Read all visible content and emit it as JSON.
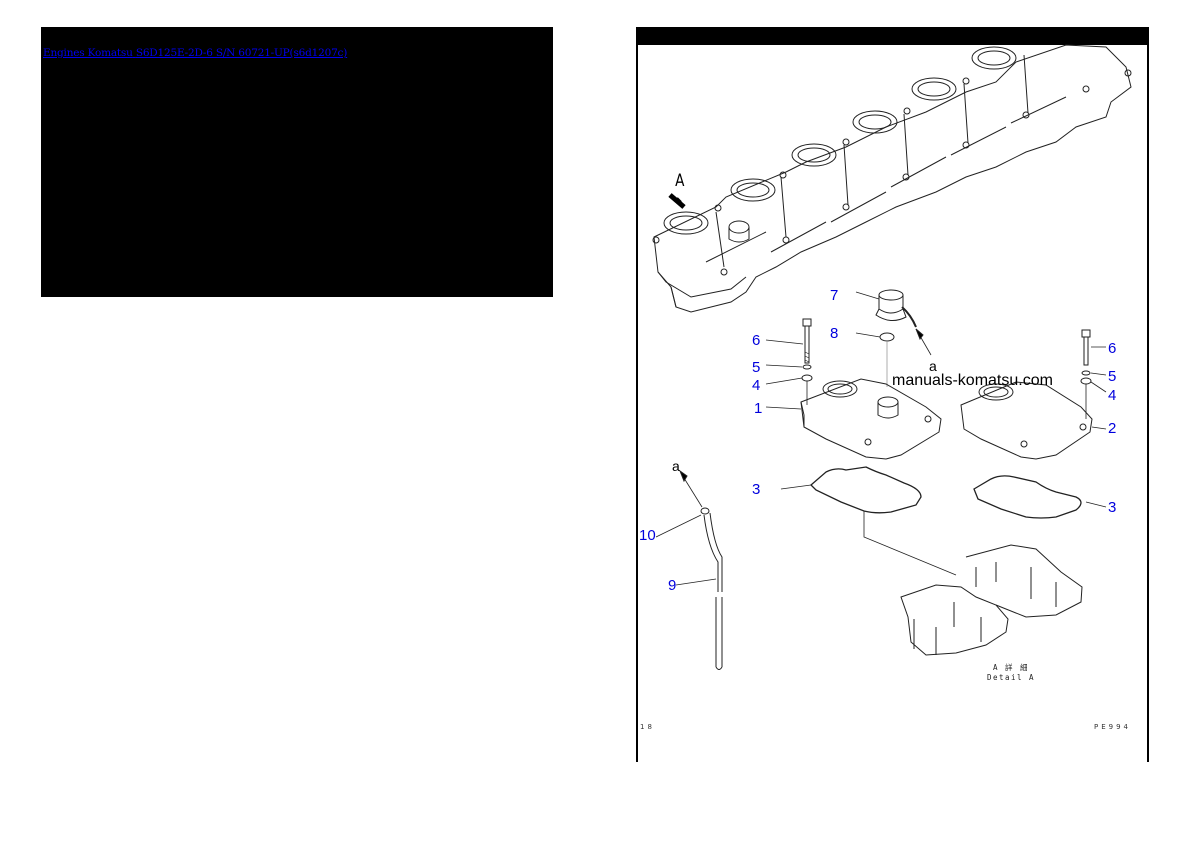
{
  "header": {
    "breadcrumb": [
      {
        "label": "Engines Komatsu"
      },
      {
        "label": "S6D125E-2D-6 S/N 60721-UP(s6d1207c)"
      }
    ]
  },
  "colors": {
    "link": "#0000ee",
    "callout": "#0000dd",
    "panel_background": "#000000"
  },
  "diagram": {
    "view_label": "A",
    "watermark": "manuals-komatsu.com",
    "port_label_a": "a",
    "callouts": [
      {
        "id": "c7",
        "label": "7"
      },
      {
        "id": "c8",
        "label": "8"
      },
      {
        "id": "c6l",
        "label": "6"
      },
      {
        "id": "c5l",
        "label": "5"
      },
      {
        "id": "c4l",
        "label": "4"
      },
      {
        "id": "c1",
        "label": "1"
      },
      {
        "id": "c6r",
        "label": "6"
      },
      {
        "id": "c5r",
        "label": "5"
      },
      {
        "id": "c4r",
        "label": "4"
      },
      {
        "id": "c2",
        "label": "2"
      },
      {
        "id": "c3l",
        "label": "3"
      },
      {
        "id": "c3r",
        "label": "3"
      },
      {
        "id": "c10",
        "label": "10"
      },
      {
        "id": "c9",
        "label": "9"
      }
    ],
    "detail_caption_jp": "A  詳 細",
    "detail_caption_en": "Detail A",
    "page_left_code": "18",
    "page_right_code": "PE994"
  }
}
